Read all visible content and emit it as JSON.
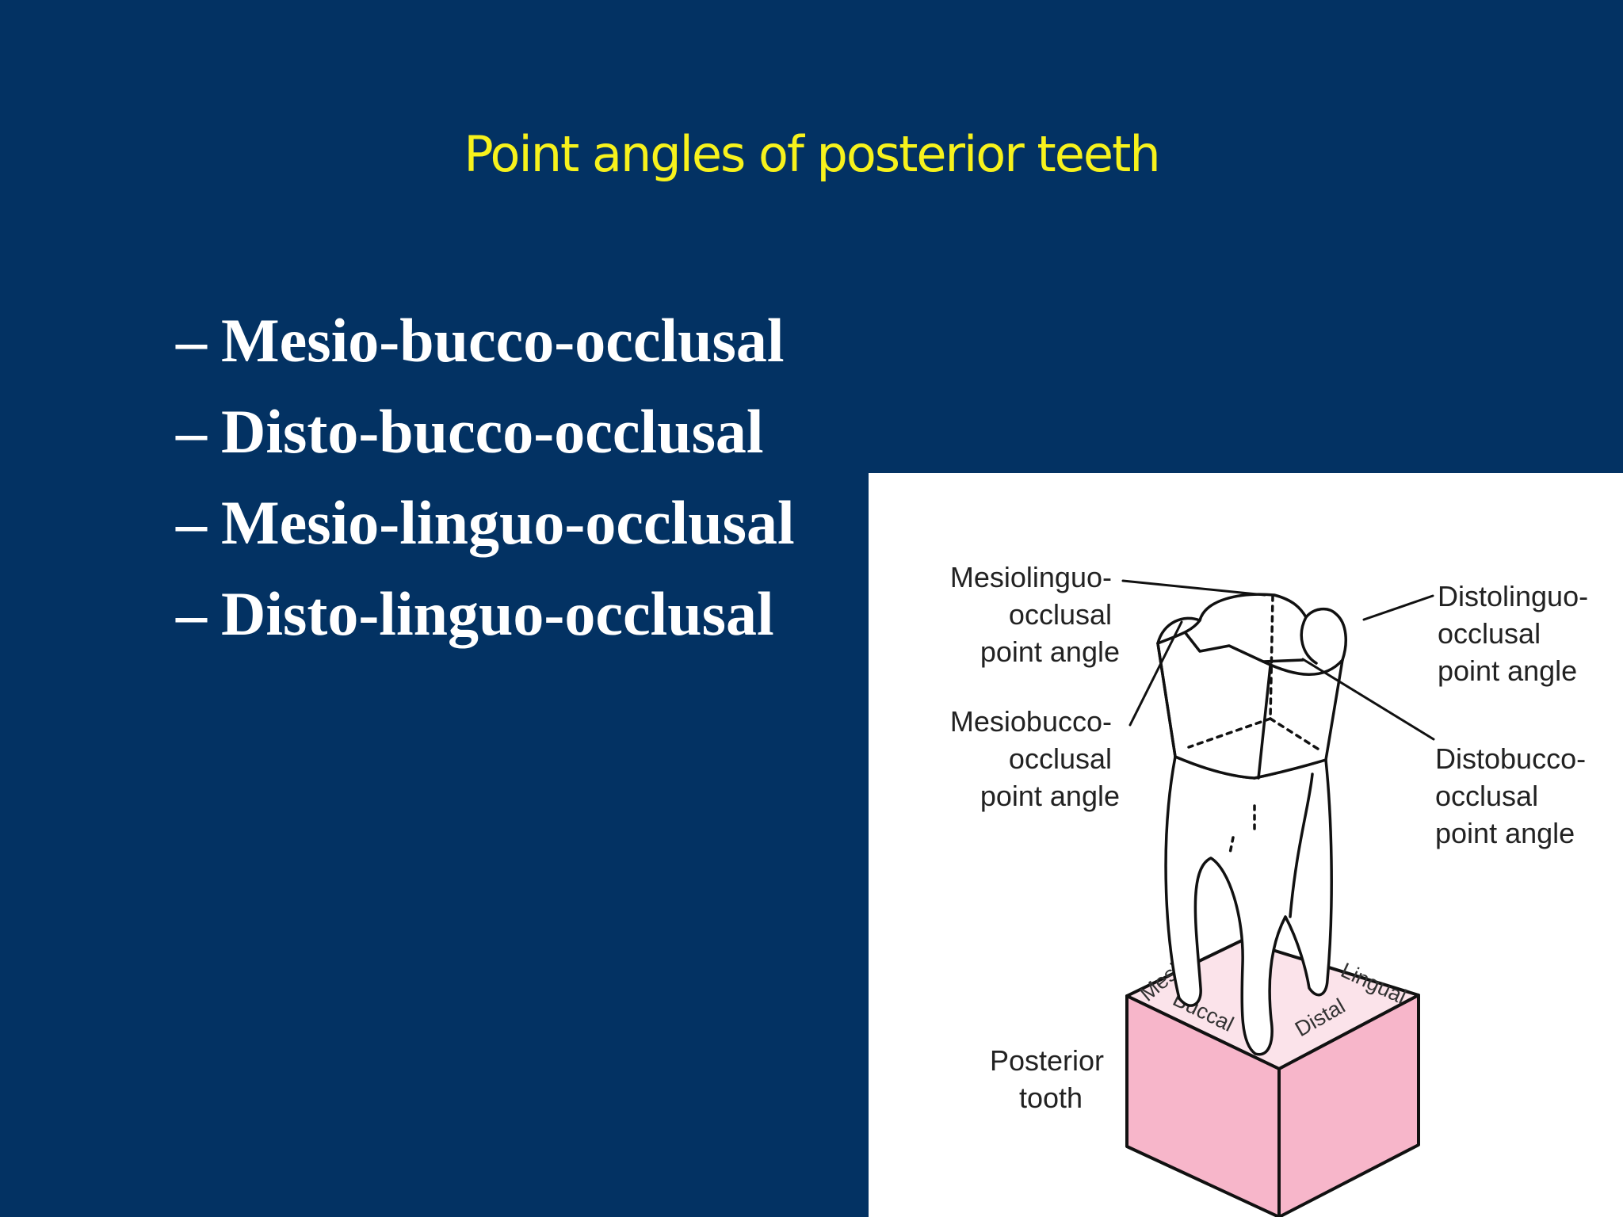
{
  "slide": {
    "title": "Point angles of posterior teeth",
    "bullet_marker": "–",
    "bullets": [
      "Mesio-bucco-occlusal",
      "Disto-bucco-occlusal",
      "Mesio-linguo-occlusal",
      "Disto-linguo-occlusal"
    ]
  },
  "figure": {
    "labels": {
      "mesiolinguo": [
        "Mesiolinguo-",
        "occlusal",
        "point angle"
      ],
      "mesiobucco": [
        "Mesiobucco-",
        "occlusal",
        "point angle"
      ],
      "distolinguo": [
        "Distolinguo-",
        "occlusal",
        "point angle"
      ],
      "distobucco": [
        "Distobucco-",
        "occlusal",
        "point angle"
      ],
      "posterior": [
        "Posterior",
        "tooth"
      ]
    },
    "faces": {
      "mesial": "Mesial",
      "buccal": "Buccal",
      "distal": "Distal",
      "lingual": "Lingual"
    }
  },
  "colors": {
    "background": "#033263",
    "title": "#f7f21c",
    "bullet_text": "#ffffff",
    "cube": "#f7b6ca"
  }
}
